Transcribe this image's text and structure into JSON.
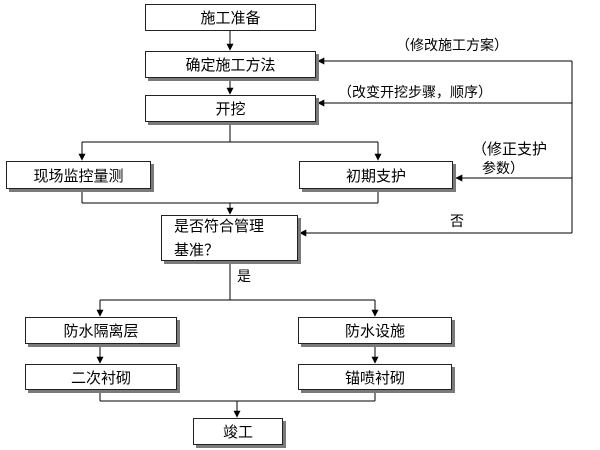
{
  "nodes": {
    "prepare": "施工准备",
    "method": "确定施工方法",
    "excavate": "开挖",
    "monitor": "现场监控量测",
    "support": "初期支护",
    "check_line1": "是否符合管理",
    "check_line2": "基准？",
    "waterproof_layer": "防水隔离层",
    "waterproof_facility": "防水设施",
    "secondary_lining": "二次衬砌",
    "anchor_lining": "锚喷衬砌",
    "complete": "竣工"
  },
  "labels": {
    "modify_plan": "（修改施工方案）",
    "change_steps": "（改变开挖步骤，顺序）",
    "fix_support_line1": "（修正支护",
    "fix_support_line2": "参数）",
    "no": "否",
    "yes": "是"
  }
}
